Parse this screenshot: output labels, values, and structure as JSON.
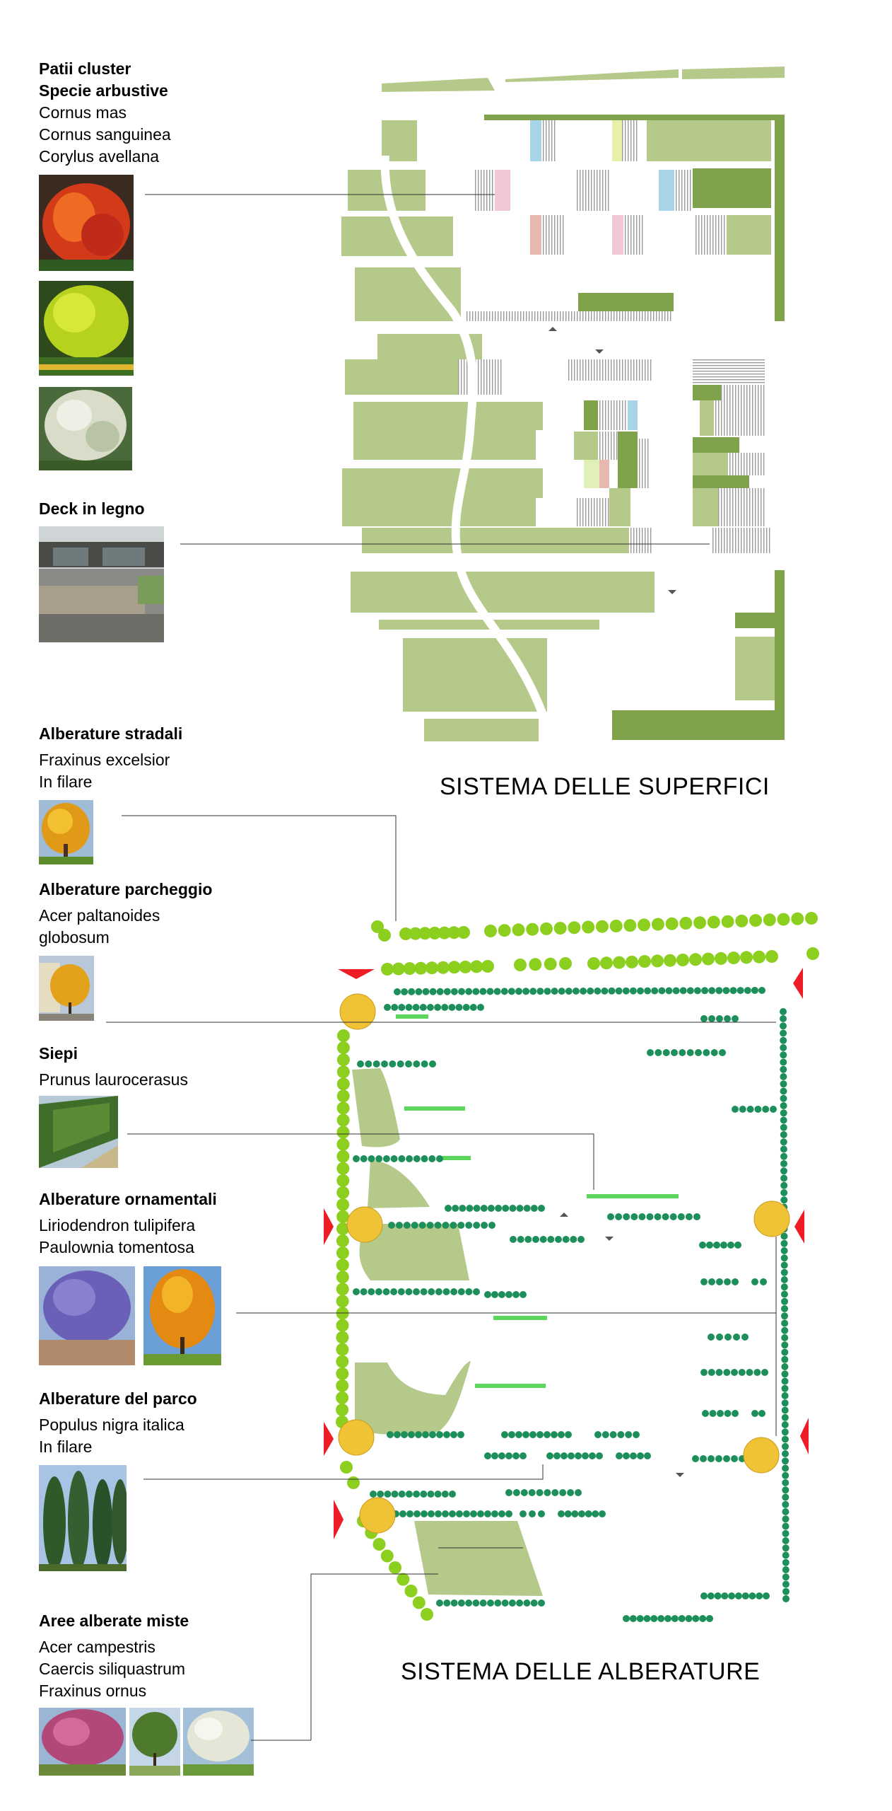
{
  "legend_top": {
    "patii": {
      "title_1": "Patii cluster",
      "title_2": "Specie arbustive",
      "species": [
        "Cornus mas",
        "Cornus sanguinea",
        "Corylus avellana"
      ]
    },
    "deck": {
      "title": "Deck in legno"
    }
  },
  "legend_bottom": {
    "stradali": {
      "title": "Alberature stradali",
      "species": [
        "Fraxinus excelsior",
        "In filare"
      ]
    },
    "parcheggio": {
      "title": "Alberature parcheggio",
      "species": [
        "Acer paltanoides",
        "globosum"
      ]
    },
    "siepi": {
      "title": "Siepi",
      "species": [
        "Prunus laurocerasus"
      ]
    },
    "ornamentali": {
      "title": "Alberature ornamentali",
      "species": [
        "Liriodendron tulipifera",
        "Paulownia tomentosa"
      ]
    },
    "parco": {
      "title": "Alberature del parco",
      "species": [
        "Populus nigra italica",
        "In filare"
      ]
    },
    "miste": {
      "title": "Aree alberate miste",
      "species": [
        "Acer campestris",
        "Caercis siliquastrum",
        "Fraxinus ornus"
      ]
    }
  },
  "titles": {
    "superfici": "SISTEMA DELLE SUPERFICI",
    "alberature": "SISTEMA  DELLE ALBERATURE"
  },
  "colors": {
    "lawn": "#b5c98a",
    "dark_green": "#7fa24a",
    "tree_lime": "#8ccf1f",
    "tree_teal": "#1d8f5a",
    "hedge": "#5cd65c",
    "ornamental": "#f0c236",
    "entrance": "#ee1c24",
    "hatch": "#9a9a9a"
  }
}
